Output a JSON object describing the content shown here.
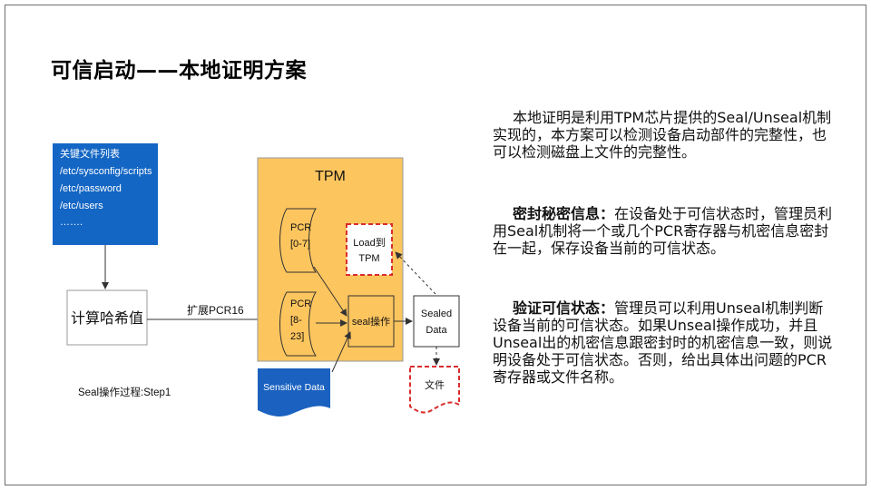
{
  "title": "可信启动——本地证明方案",
  "diagram": {
    "key_files": {
      "heading": "关键文件列表",
      "items": [
        "/etc/sysconfig/scripts",
        "/etc/password",
        "/etc/users",
        "……."
      ]
    },
    "hash_box": "计算哈希值",
    "extend_label": "扩展PCR16",
    "step_caption": "Seal操作过程:Step1",
    "tpm": {
      "title": "TPM",
      "pcr_a": [
        "PCR",
        "[0-7]"
      ],
      "pcr_b": [
        "PCR",
        "[8-",
        "23]"
      ],
      "load": [
        "Load到",
        "TPM"
      ],
      "seal": "seal操作"
    },
    "sealed_data": [
      "Sealed",
      "Data"
    ],
    "sensitive_data": "Sensitive Data",
    "file": "文件"
  },
  "text": {
    "para1": "本地证明是利用TPM芯片提供的Seal/Unseal机制实现的，本方案可以检测设备启动部件的完整性，也可以检测磁盘上文件的完整性。",
    "para2_kw": "密封秘密信息：",
    "para2": "在设备处于可信状态时，管理员利用Seal机制将一个或几个PCR寄存器与机密信息密封在一起，保存设备当前的可信状态。",
    "para3_kw": "验证可信状态：",
    "para3": "管理员可以利用Unseal机制判断设备当前的可信状态。如果Unseal操作成功，并且Unseal出的机密信息跟密封时的机密信息一致，则说明设备处于可信状态。否则，给出具体出问题的PCR寄存器或文件名称。"
  },
  "colors": {
    "key_files_fill": "#1466c4",
    "tpm_fill": "#fdc55e",
    "tpm_border": "#999999",
    "sensitive_fill": "#1b62c0",
    "dashed_red": "#d92d2d"
  }
}
